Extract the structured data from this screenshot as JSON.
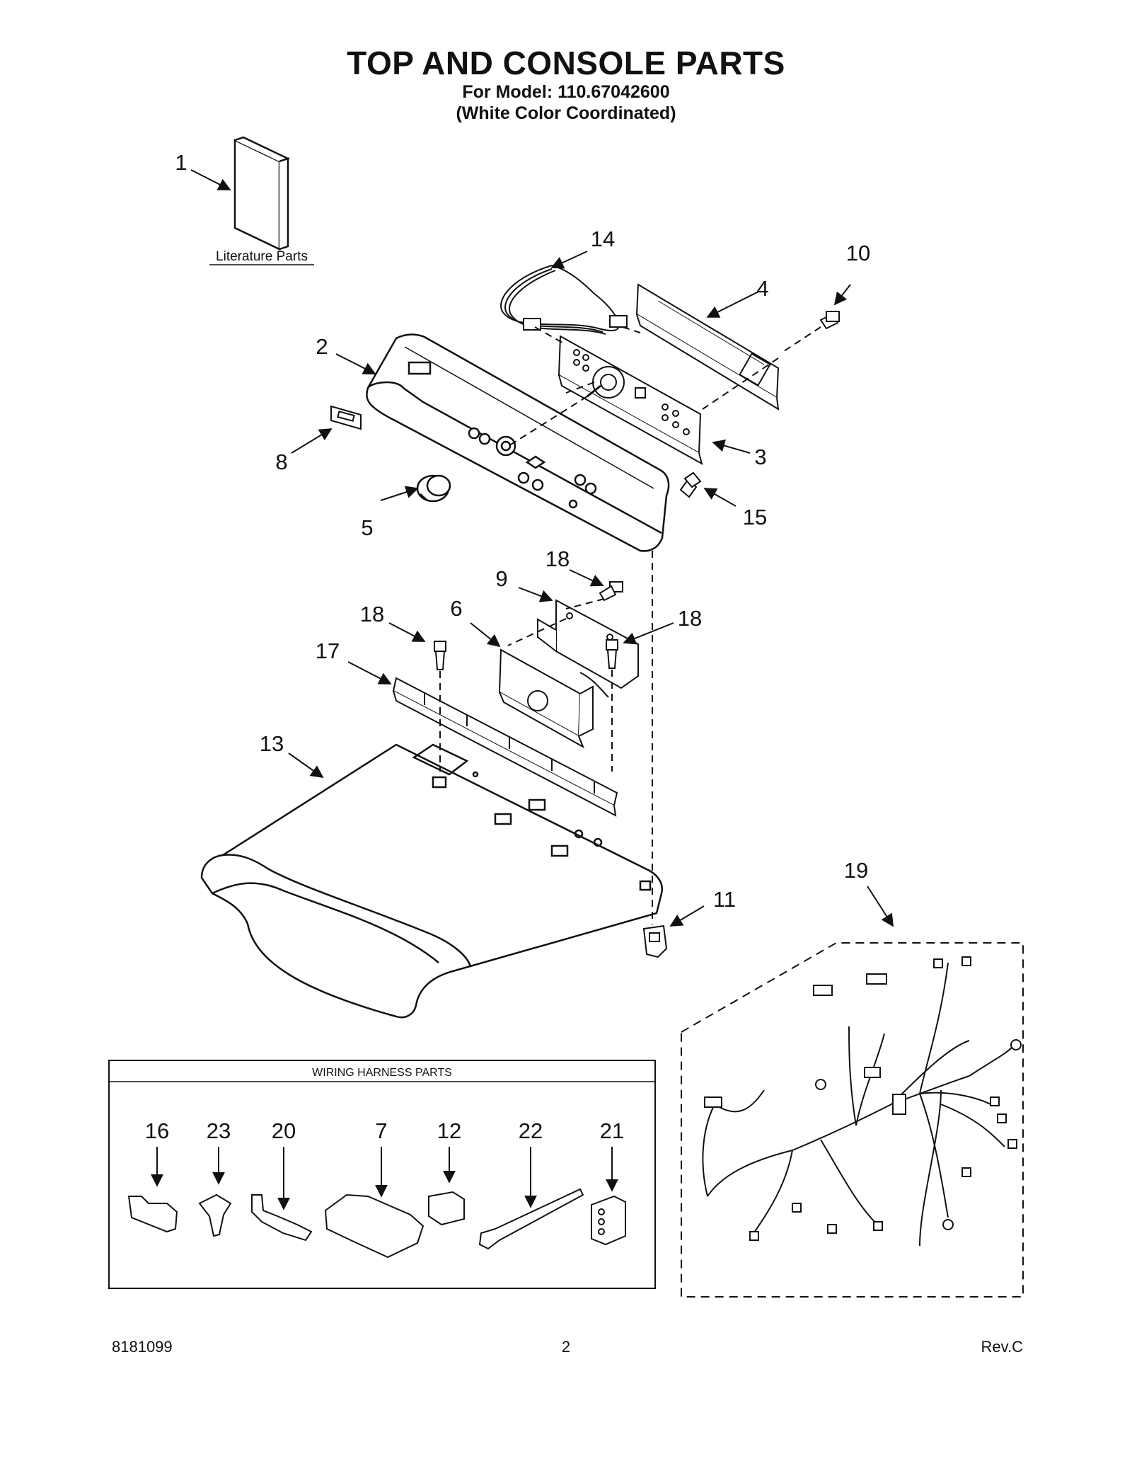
{
  "header": {
    "title": "TOP AND CONSOLE PARTS",
    "model_line": "For Model: 110.67042600",
    "color_line": "(White Color Coordinated)"
  },
  "literature": {
    "label": "Literature Parts"
  },
  "callouts": {
    "c1": "1",
    "c2": "2",
    "c3": "3",
    "c4": "4",
    "c5": "5",
    "c6": "6",
    "c8": "8",
    "c9": "9",
    "c10": "10",
    "c11": "11",
    "c13": "13",
    "c14": "14",
    "c15": "15",
    "c17": "17",
    "c18a": "18",
    "c18b": "18",
    "c18c": "18",
    "c19": "19"
  },
  "wiring_box": {
    "heading": "WIRING HARNESS PARTS",
    "items": [
      "16",
      "23",
      "20",
      "7",
      "12",
      "22",
      "21"
    ]
  },
  "footer": {
    "doc_number": "8181099",
    "page": "2",
    "revision": "Rev.C"
  }
}
